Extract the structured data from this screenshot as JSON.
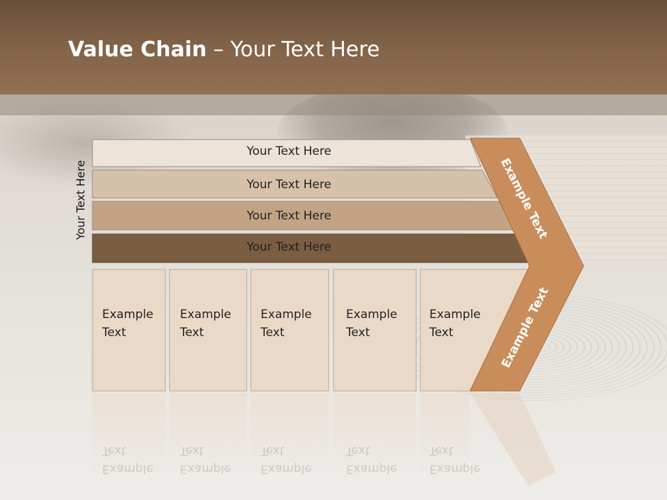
{
  "title": {
    "bold": "Value Chain",
    "rest": " – Your Text Here"
  },
  "side_label": "Your Text Here",
  "rows": [
    {
      "label": "Your Text Here",
      "fill": "#ece3d9"
    },
    {
      "label": "Your Text Here",
      "fill": "#d6c1ab"
    },
    {
      "label": "Your Text Here",
      "fill": "#c2a485"
    },
    {
      "label": "Your Text Here",
      "fill": "#7b5d41"
    }
  ],
  "columns": [
    {
      "line1": "Example",
      "line2": "Text"
    },
    {
      "line1": "Example",
      "line2": "Text"
    },
    {
      "line1": "Example",
      "line2": "Text"
    },
    {
      "line1": "Example",
      "line2": "Text"
    },
    {
      "line1": "Example",
      "line2": "Text"
    }
  ],
  "arrow": {
    "upper": "Example Text",
    "lower": "Example Text",
    "fill": "#c98d5b"
  },
  "colors": {
    "header": "#84654a",
    "column_fill": "#ebd9c7",
    "column_border": "#b8a898"
  }
}
